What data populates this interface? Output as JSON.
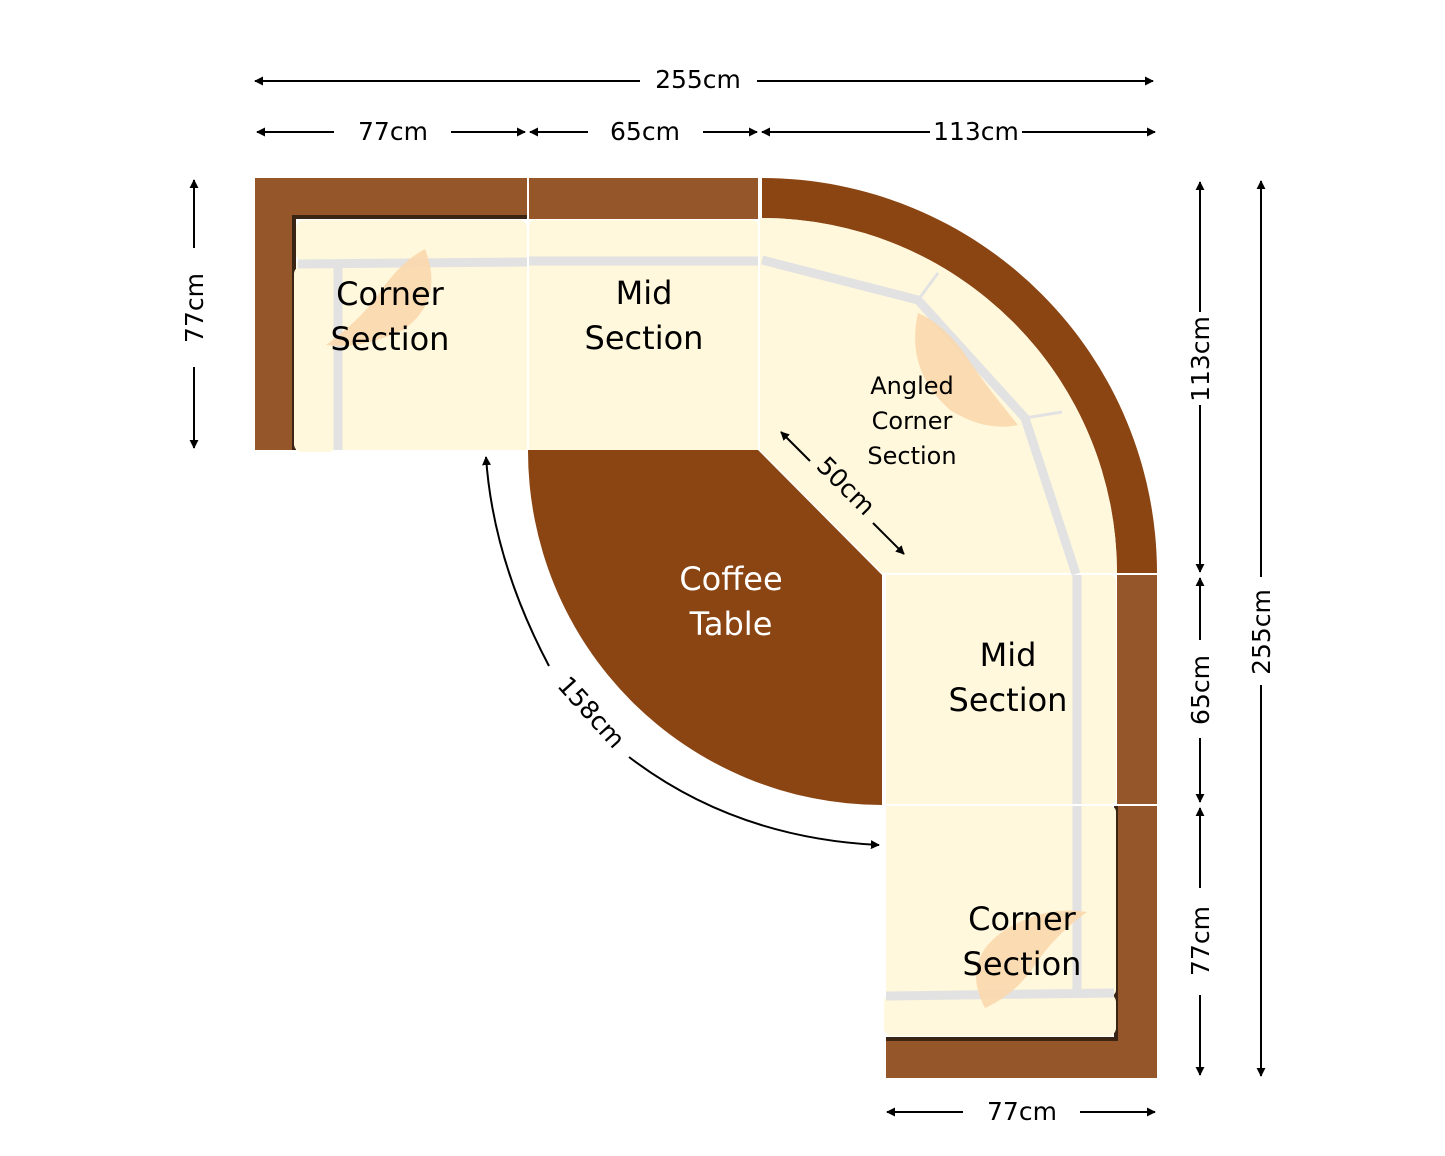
{
  "colors": {
    "frame": "#955629",
    "frame_curved": "#8b4513",
    "cushion": "#fff8dc",
    "cushion_edge": "#e2e2e2",
    "pillow": "#fbd8ad",
    "coffee_table": "#8b4513",
    "dimension": "#000000"
  },
  "dimensions": {
    "total_width": "255cm",
    "total_depth": "255cm",
    "corner_left_width": "77cm",
    "mid_top_width": "65cm",
    "angled_top_width": "113cm",
    "left_depth": "77cm",
    "angled_right_depth": "113cm",
    "mid_right_depth": "65cm",
    "corner_bottom_depth": "77cm",
    "corner_bottom_width": "77cm",
    "diagonal": "50cm",
    "inner_arc": "158cm"
  },
  "sections": {
    "corner_top": [
      "Corner",
      "Section"
    ],
    "mid_top": [
      "Mid",
      "Section"
    ],
    "angled": [
      "Angled",
      "Corner",
      "Section"
    ],
    "mid_right": [
      "Mid",
      "Section"
    ],
    "corner_bottom": [
      "Corner",
      "Section"
    ],
    "coffee_table": [
      "Coffee",
      "Table"
    ]
  }
}
